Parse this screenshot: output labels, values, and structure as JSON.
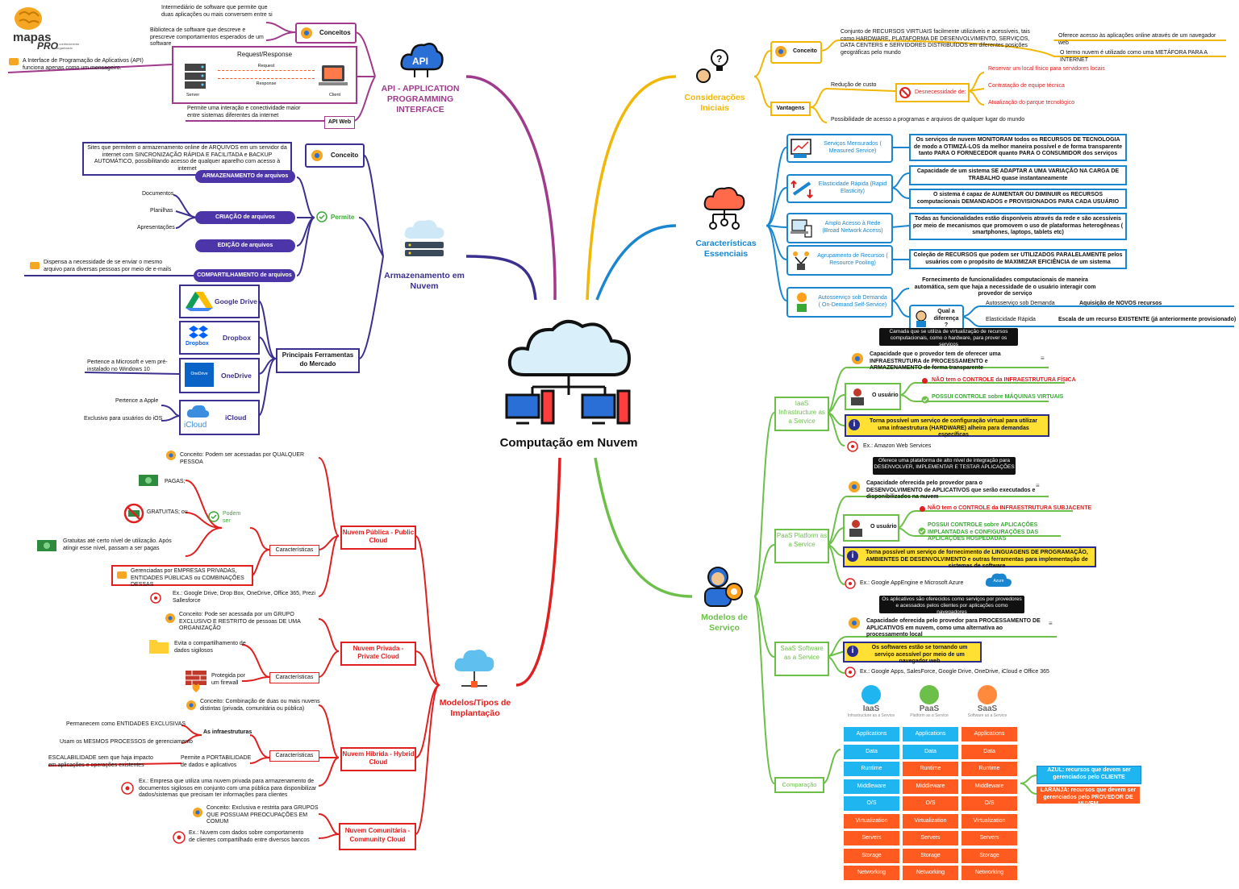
{
  "brand": {
    "name": "mapas",
    "sub": "PRO",
    "tag": "o conhecimento organizado"
  },
  "center": {
    "title": "Computação em Nuvem"
  },
  "api": {
    "title": "API - APPLICATION PROGRAMMING INTERFACE",
    "conceitos_label": "Conceitos",
    "conceito1": "Intermediário de software que permite que duas aplicações ou mais conversem entre si",
    "conceito2": "Biblioteca de software que descreve e prescreve comportamentos esperados de um software",
    "messenger": "A Interface de Programação de Aplicativos (API) funciona apenas como um mensageiro.",
    "rr_title": "Request/Response",
    "request": "Request",
    "response": "Response",
    "server": "Server",
    "client": "Client",
    "api_web_desc": "Permite uma interação e conectividade maior entre sistemas diferentes da internet",
    "api_web_label": "API Web"
  },
  "storage": {
    "title": "Armazenamento em Nuvem",
    "conceito_label": "Conceito",
    "conceito_text": "Sites que permitem o armazenamento online de ARQUIVOS em um servidor da internet com SINCRONIZAÇÃO RÁPIDA E FACILITADA e BACKUP AUTOMÁTICO, possibilitando acesso de qualquer aparelho com acesso à internet",
    "permite_label": "Permite",
    "pill1": "ARMAZENAMENTO de arquivos",
    "pill2": "CRIAÇÃO de arquivos",
    "pill3": "EDIÇÃO de arquivos",
    "pill4": "COMPARTILHAMENTO de arquivos",
    "docs": "Documentos",
    "sheets": "Planilhas",
    "slides": "Apresentações",
    "share_note": "Dispensa a necessidade de se enviar o mesmo arquivo para diversas pessoas por meio de e-mails",
    "tools_label": "Principais Ferramentas do Mercado",
    "gdrive": "Google Drive",
    "dropbox": "Dropbox",
    "dropbox_logo": "Dropbox",
    "onedrive": "OneDrive",
    "onedrive_logo": "OneDrive",
    "onedrive_note": "Pertence a Microsoft e vem pré-instalado no Windows 10",
    "icloud": "iCloud",
    "icloud_logo": "iCloud",
    "icloud_note1": "Pertence a Apple",
    "icloud_note2": "Exclusivo para usuários do iOS"
  },
  "deploy": {
    "title": "Modelos/Tipos de Implantação",
    "public": {
      "label": "Nuvem Pública - Public Cloud",
      "conceito": "Conceito: Podem ser acessadas por QUALQUER PESSOA",
      "caract": "Características",
      "podem_ser": "Podem ser",
      "pagas": "PAGAS;",
      "gratuitas": "GRATUITAS; ou",
      "gratuitas_ate": "Gratuitas até certo nível de utilização. Após atingir esse nível, passam a ser pagas",
      "gerenciadas": "Gerenciadas por EMPRESAS PRIVADAS, ENTIDADES PÚBLICAS ou COMBINAÇÕES DESSAS",
      "ex": "Ex.: Google Drive, Drop Box, OneDrive, Office 365, Prezi Sallesforce"
    },
    "private": {
      "label": "Nuvem Privada - Private Cloud",
      "conceito": "Conceito: Pode ser acessada por um GRUPO EXCLUSIVO E RESTRITO de pessoas DE UMA ORGANIZAÇÃO",
      "caract": "Características",
      "evita": "Evita o compartilhamento de dados sigilosos",
      "firewall": "Protegida por um firewall"
    },
    "hybrid": {
      "label": "Nuvem Híbrida - Hybrid Cloud",
      "conceito": "Conceito: Combinação de duas ou mais nuvens distintas (privada, comunitária ou pública)",
      "caract": "Características",
      "infra": "As infraestruturas",
      "exclusivas": "Permanecem como ENTIDADES EXCLUSIVAS",
      "processos": "Usam os MESMOS PROCESSOS de gerenciamento",
      "portabilidade": "Permite a PORTABILIDADE de dados e aplicativos",
      "escalabilidade": "ESCALABILIDADE sem que haja impacto em aplicações e operações existentes",
      "ex": "Ex.: Empresa que utiliza uma nuvem privada para armazenamento de documentos sigilosos em conjunto com uma pública para disponibilizar dados/sistemas que precisam ter informações para clientes"
    },
    "community": {
      "label": "Nuvem Comunitária - Community Cloud",
      "conceito": "Conceito: Exclusiva e restrita para GRUPOS QUE POSSUAM PREOCUPAÇÕES EM COMUM",
      "ex": "Ex.: Nuvem com dados sobre comportamento de clientes compartilhado entre diversos bancos"
    }
  },
  "initial": {
    "title": "Considerações Iniciais",
    "conceito_label": "Conceito",
    "conceito_text": "Conjunto de RECURSOS VIRTUAIS facilmente utilizáveis e acessíveis, tais como HARDWARE, PLATAFORMA DE DESENVOLVIMENTO, SERVIÇOS, DATA CENTERS e SERVIDORES DISTRIBUÍDOS em diferentes posições geográficas pelo mundo",
    "oferece": "Oferece acesso às aplicações online através de um navegador web",
    "metafora": "O termo nuvem é utilizado como uma METÁFORA PARA A INTERNET",
    "vantagens_label": "Vantagens",
    "reducao": "Redução de custo",
    "desnecessidade": "Desnecessidade de:",
    "reservar": "Reservar um local físico para servidores locais",
    "contratacao": "Contratação de equipe técnica",
    "atualizacao": "Atualização do parque tecnológico",
    "possibilidade": "Possibilidade de acesso a programas e arquivos de qualquer lugar do mundo"
  },
  "essential": {
    "title": "Características Essenciais",
    "measured": "Serviços Mensurados ( Measured Service)",
    "measured_text": "Os serviços de nuvem MONITORAM todos os RECURSOS DE TECNOLOGIA de modo a OTIMIZÁ-LOS da melhor maneira possível e de forma transparente tanto PARA O FORNECEDOR quanto PARA O CONSUMIDOR dos serviços",
    "elasticity": "Elasticidade Rápida (Rapid Elasticity)",
    "elasticity_text1": "Capacidade de um sistema SE ADAPTAR A UMA VARIAÇÃO NA CARGA DE TRABALHO quase instantaneamente",
    "elasticity_text2": "O sistema é capaz de AUMENTAR OU DIMINUIR os RECURSOS computacionais DEMANDADOS e PROVISIONADOS PARA CADA USUÁRIO",
    "network": "Amplo Acesso à Rede (Broad Network Access)",
    "network_text": "Todas as funcionalidades estão disponíveis através da rede e são acessíveis por meio de mecanismos que promovem o uso de plataformas heterogêneas ( smartphones, laptops, tablets etc)",
    "pooling": "Agrupamento de Recursos ( Resource Pooling)",
    "pooling_text": "Coleção de RECURSOS que podem ser UTILIZADOS PARALELAMENTE pelos usuários com o propósito de MAXIMIZAR EFICIÊNCIA de um sistema",
    "selfservice": "Autosserviço sob Demanda ( On-Demand Self-Service)",
    "selfservice_text": "Fornecimento de funcionalidades computacionais de maneira automática, sem que haja a necessidade de o usuário interagir com provedor de serviço",
    "diff_label": "Qual a diferença ?",
    "diff_a": "Autosserviço sob Demanda",
    "diff_a_text": "Aquisição de NOVOS recursos",
    "diff_b": "Elasticidade Rápida",
    "diff_b_text": "Escala de um recurso EXISTENTE (já anteriormente provisionado)"
  },
  "service": {
    "title": "Modelos de Serviço",
    "iaas_label": "IaaS Infrastructure as a Service",
    "iaas_tip": "Camada que se utiliza de virtualização de recursos computacionais, como o hardware, para prover os serviços",
    "iaas_cap": "Capacidade que o provedor tem de oferecer uma INFRAESTRUTURA de PROCESSAMENTO e ARMAZENAMENTO de forma transparente",
    "iaas_user": "O usuário",
    "iaas_no": "NÃO tem o CONTROLE da INFRAESTRUTURA FÍSICA",
    "iaas_yes": "POSSUI CONTROLE sobre MÁQUINAS VIRTUAIS",
    "iaas_info": "Torna possível um serviço de configuração virtual para utilizar uma infraestrutura (HARDWARE) alheira para demandas específicas",
    "iaas_ex": "Ex.: Amazon Web Services",
    "paas_label": "PaaS Platform as a Service",
    "paas_tip": "Oferece uma plataforma de alto nível de integração para DESENVOLVER, IMPLEMENTAR E TESTAR APLICAÇÕES",
    "paas_cap": "Capacidade oferecida pelo provedor para o DESENVOLVIMENTO de APLICATIVOS que serão executados e disponibilizados na nuvem",
    "paas_user": "O usuário",
    "paas_no": "NÃO tem o CONTROLE da INFRAESTRUTURA SUBJACENTE",
    "paas_yes": "POSSUI CONTROLE sobre APLICAÇÕES IMPLANTADAS e CONFIGURAÇÕES DAS APLICAÇÕES HOSPEDADAS",
    "paas_info": "Torna possível um serviço de fornecimento de LINGUAGENS DE PROGRAMAÇÃO, AMBIENTES DE DESENVOLVIMENTO e outras ferramentas para implementação de sistemas de software",
    "paas_ex": "Ex.: Google AppEngine e Microsoft Azure",
    "azure": "Azure",
    "saas_label": "SaaS Software as a Service",
    "saas_tip": "Os aplicativos são oferecidos como serviços por provedores e acessados pelos clientes por aplicações como navegadores",
    "saas_cap": "Capacidade oferecida pelo provedor para PROCESSAMENTO DE APLICATIVOS em nuvem, como uma alternativa ao processamento local",
    "saas_info": "Os softwares estão se tornando um serviço acessível por meio de um navegador web",
    "saas_ex": "Ex.: Google Apps, SalesForce, Google Drive, OneDrive, iCloud e Office 365",
    "comparacao_label": "Comparação",
    "legend_blue": "AZUL: recursos que devem ser gerenciados pelo CLIENTE",
    "legend_orange": "LARANJA: recursos que devem ser gerenciados pelo PROVEDOR DE NUVEM"
  },
  "compare": {
    "columns": [
      {
        "name": "IaaS",
        "sub": "Infrastructure as a Service"
      },
      {
        "name": "PaaS",
        "sub": "Platform as a Service"
      },
      {
        "name": "SaaS",
        "sub": "Software as a Service"
      }
    ],
    "rows": [
      "Applications",
      "Data",
      "Runtime",
      "Middleware",
      "O/S",
      "Virtualization",
      "Servers",
      "Storage",
      "Networking"
    ],
    "client_managed_rows": {
      "IaaS": 5,
      "PaaS": 2,
      "SaaS": 0
    },
    "colors": {
      "client": "#1fb5f0",
      "provider": "#ff5a1f"
    }
  },
  "colors": {
    "api": "#a03a8c",
    "storage": "#3b2f8f",
    "deploy": "#e02020",
    "initial": "#f2b705",
    "essential": "#1a86d0",
    "service": "#6cc04a"
  }
}
